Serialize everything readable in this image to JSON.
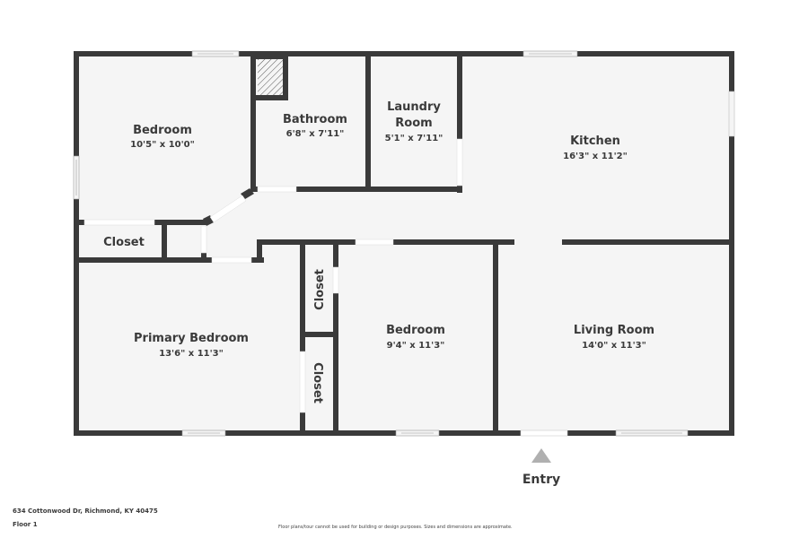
{
  "floorplan": {
    "floor_color": "#f5f5f5",
    "wall_color": "#3a3a3a",
    "rooms": [
      {
        "id": "bedroom-nw",
        "name": "Bedroom",
        "dimensions": "10'5\" x 10'0\""
      },
      {
        "id": "bathroom",
        "name": "Bathroom",
        "dimensions": "6'8\" x 7'11\""
      },
      {
        "id": "laundry",
        "name_line1": "Laundry",
        "name_line2": "Room",
        "dimensions": "5'1\" x 7'11\""
      },
      {
        "id": "kitchen",
        "name": "Kitchen",
        "dimensions": "16'3\" x 11'2\""
      },
      {
        "id": "closet-w",
        "name": "Closet"
      },
      {
        "id": "primary-bedroom",
        "name": "Primary Bedroom",
        "dimensions": "13'6\" x 11'3\""
      },
      {
        "id": "closet-upper",
        "name": "Closet"
      },
      {
        "id": "closet-lower",
        "name": "Closet"
      },
      {
        "id": "bedroom-s",
        "name": "Bedroom",
        "dimensions": "9'4\" x 11'3\""
      },
      {
        "id": "living-room",
        "name": "Living Room",
        "dimensions": "14'0\" x 11'3\""
      }
    ],
    "entry": {
      "label": "Entry",
      "marker_color": "#b0b0b0",
      "icon": "triangle-up-icon"
    }
  },
  "footer": {
    "address": "634 Cottonwood Dr, Richmond, KY 40475",
    "floor": "Floor 1",
    "disclaimer": "Floor plans/tour cannot be used for building or design purposes. Sizes and dimensions are approximate."
  }
}
